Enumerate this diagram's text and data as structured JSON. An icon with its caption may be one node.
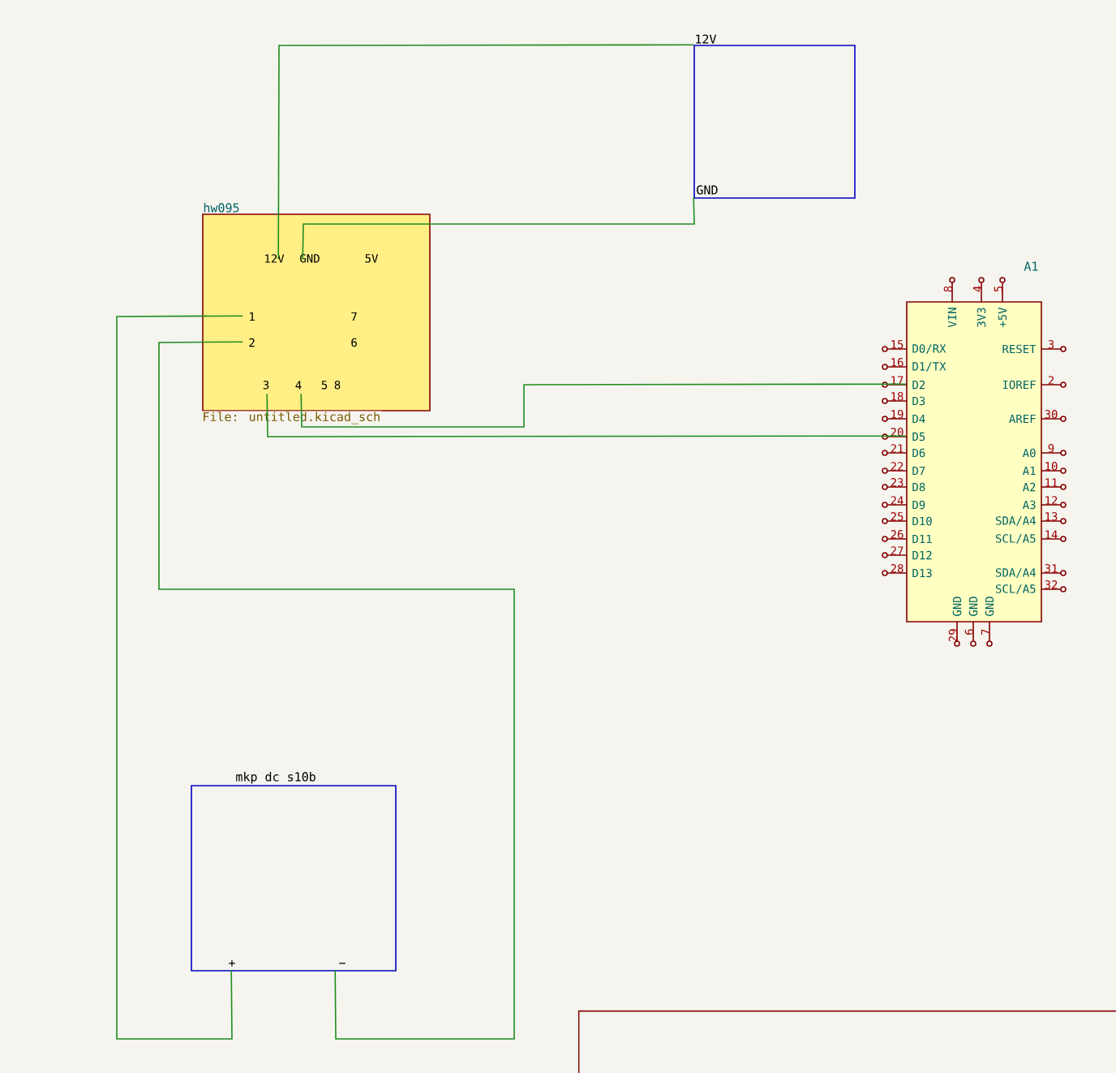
{
  "diagram": {
    "nodes": [
      {
        "text": [
          "hw095"
        ],
        "beside": [
          "File: untitled.kicad_sch"
        ]
      },
      {
        "text": [
          "12V",
          "GND"
        ]
      },
      {
        "text": [
          "A1"
        ]
      },
      {
        "text": [
          "mkp dc s10b",
          "+",
          "−"
        ]
      },
      {
        "text": [],
        "shape": "box"
      }
    ],
    "edges": [
      {
        "from": 1,
        "to": 0,
        "arrow": "none"
      },
      {
        "from": 1,
        "to": 0,
        "arrow": "none"
      },
      {
        "from": 0,
        "to": 3,
        "arrow": "none"
      },
      {
        "from": 0,
        "to": 3,
        "arrow": "none"
      },
      {
        "from": 0,
        "to": 2,
        "arrow": "none"
      },
      {
        "from": 0,
        "to": 2,
        "arrow": "none"
      }
    ],
    "labels": [
      "12V",
      "GND",
      "5V",
      "1",
      "7",
      "2",
      "6",
      "3",
      "4",
      "5",
      "8",
      "VIN",
      "8",
      "3V3",
      "4",
      "+5V",
      "5",
      "15",
      "D0/RX",
      "RESET",
      "3",
      "16",
      "D1/TX",
      "17",
      "D2",
      "IOREF",
      "2",
      "18",
      "D3",
      "19",
      "D4",
      "AREF",
      "30",
      "20",
      "D5",
      "21",
      "D6",
      "A0",
      "9",
      "22",
      "D7",
      "A1",
      "10",
      "23",
      "D8",
      "A2",
      "11",
      "24",
      "D9",
      "A3",
      "12",
      "25",
      "D10",
      "SDA/A4",
      "13",
      "26",
      "D11",
      "SCL/A5",
      "14",
      "27",
      "D12",
      "28",
      "D13",
      "SDA/A4",
      "31",
      "SCL/A5",
      "32",
      "GND",
      "GND",
      "GND",
      "29",
      "6",
      "7"
    ]
  }
}
